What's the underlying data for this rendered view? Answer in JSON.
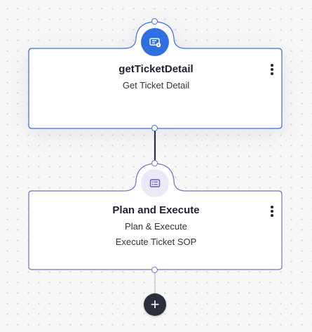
{
  "colors": {
    "primary_node_border": "#3b6fd8",
    "primary_badge_bg": "#2f6fe0",
    "secondary_node_border": "#7b6cc7",
    "secondary_badge_bg": "#ebe8f8",
    "secondary_badge_icon": "#6a5bbf",
    "connector_dark": "#2f3240",
    "connector_light": "#c9cbd1",
    "add_button_bg": "#2b2f3b"
  },
  "nodes": [
    {
      "title": "getTicketDetail",
      "lines": [
        "Get Ticket Detail"
      ],
      "icon": "ticket-icon",
      "selected": true
    },
    {
      "title": "Plan and Execute",
      "lines": [
        "Plan & Execute",
        "Execute Ticket SOP"
      ],
      "icon": "list-card-icon",
      "selected": false
    }
  ],
  "add_button": {
    "label": "+",
    "icon": "plus-icon"
  }
}
